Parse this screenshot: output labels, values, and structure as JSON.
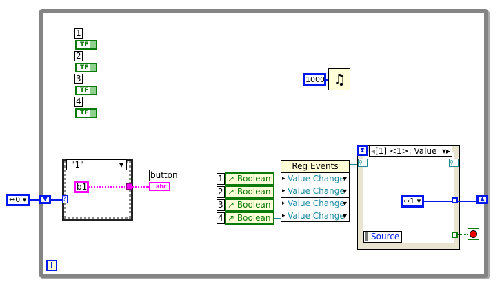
{
  "while_loop": {
    "iteration_label": "i"
  },
  "bool_controls": [
    {
      "label": "1",
      "glyph": "TF"
    },
    {
      "label": "2",
      "glyph": "TF"
    },
    {
      "label": "3",
      "glyph": "TF"
    },
    {
      "label": "4",
      "glyph": "TF"
    }
  ],
  "wait": {
    "constant": "1000",
    "icon": "metronome-icon"
  },
  "enum_init": {
    "value": "0"
  },
  "case_structure": {
    "selector": "\"1\"",
    "selector_terminal": "?",
    "constant": "b1"
  },
  "indicator": {
    "label": "button",
    "glyph": "abc"
  },
  "refs": [
    {
      "label": "1",
      "name": "Boolean"
    },
    {
      "label": "2",
      "name": "Boolean"
    },
    {
      "label": "3",
      "name": "Boolean"
    },
    {
      "label": "4",
      "name": "Boolean"
    }
  ],
  "reg_events": {
    "title": "Reg Events",
    "rows": [
      "Value Change",
      "Value Change",
      "Value Change",
      "Value Change"
    ]
  },
  "event_structure": {
    "selector": "[1] <1>: Value",
    "enum_value": "1",
    "source": "Source"
  },
  "colors": {
    "numeric": "#0018f0",
    "boolean": "#0a7a0a",
    "string": "#ff00ff",
    "refnum": "#1a8a8a",
    "loop": "#848484"
  }
}
